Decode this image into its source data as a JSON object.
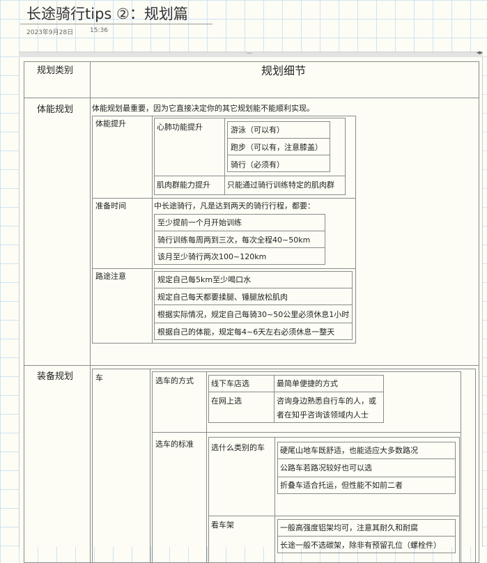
{
  "note": {
    "title": "长途骑行tips ②：规划篇",
    "date": "2023年9月28日",
    "time": "15:36"
  },
  "table": {
    "header": {
      "category": "规划类别",
      "detail": "规划细节"
    },
    "physical": {
      "category": "体能规划",
      "intro": "体能规划最重要，因为它直接决定你的其它规划能不能顺利实现。",
      "boost": {
        "label": "体能提升",
        "cardio_label": "心肺功能提升",
        "cardio_items": [
          "游泳（可以有）",
          "跑步（可以有，注意膝盖）",
          "骑行（必须有）"
        ],
        "muscle_label": "肌肉群能力提升",
        "muscle_value": "只能通过骑行训练特定的肌肉群"
      },
      "prep": {
        "label": "准备时间",
        "intro": "中长途骑行，凡是达到两天的骑行行程，都要：",
        "items": [
          "至少提前一个月开始训练",
          "骑行训练每周两到三次，每次全程40~50km",
          "该月至少骑行两次100~120km"
        ]
      },
      "route": {
        "label": "路途注意",
        "items": [
          "规定自己每5km至少喝口水",
          "规定自己每天都要揉腿、锤腿放松肌肉",
          "根据实际情况，规定自己每骑30~50公里必须休息1小时",
          "根据自己的体能，规定每4~6天左右必须休息一整天"
        ]
      }
    },
    "equipment": {
      "category": "装备规划",
      "bike": {
        "label": "车",
        "method_label": "选车的方式",
        "methods": [
          {
            "name": "线下车店选",
            "desc": "最简单便捷的方式"
          },
          {
            "name": "在网上选",
            "desc1": "咨询身边熟悉自行车的人，或",
            "desc2": "者在知乎咨询该领域内人士"
          }
        ],
        "standard_label": "选车的标准",
        "type_label": "选什么类别的车",
        "types": [
          "硬尾山地车既舒适，也能适应大多数路况",
          "公路车若路况较好也可以选",
          "折叠车适合托运，但性能不如前二者"
        ],
        "frame_label": "看车架",
        "frames": [
          "一般高强度铝架均可，注意其耐久和耐腐",
          "长途一般不选碳架，除非有预留孔位（螺栓件）"
        ]
      }
    }
  }
}
